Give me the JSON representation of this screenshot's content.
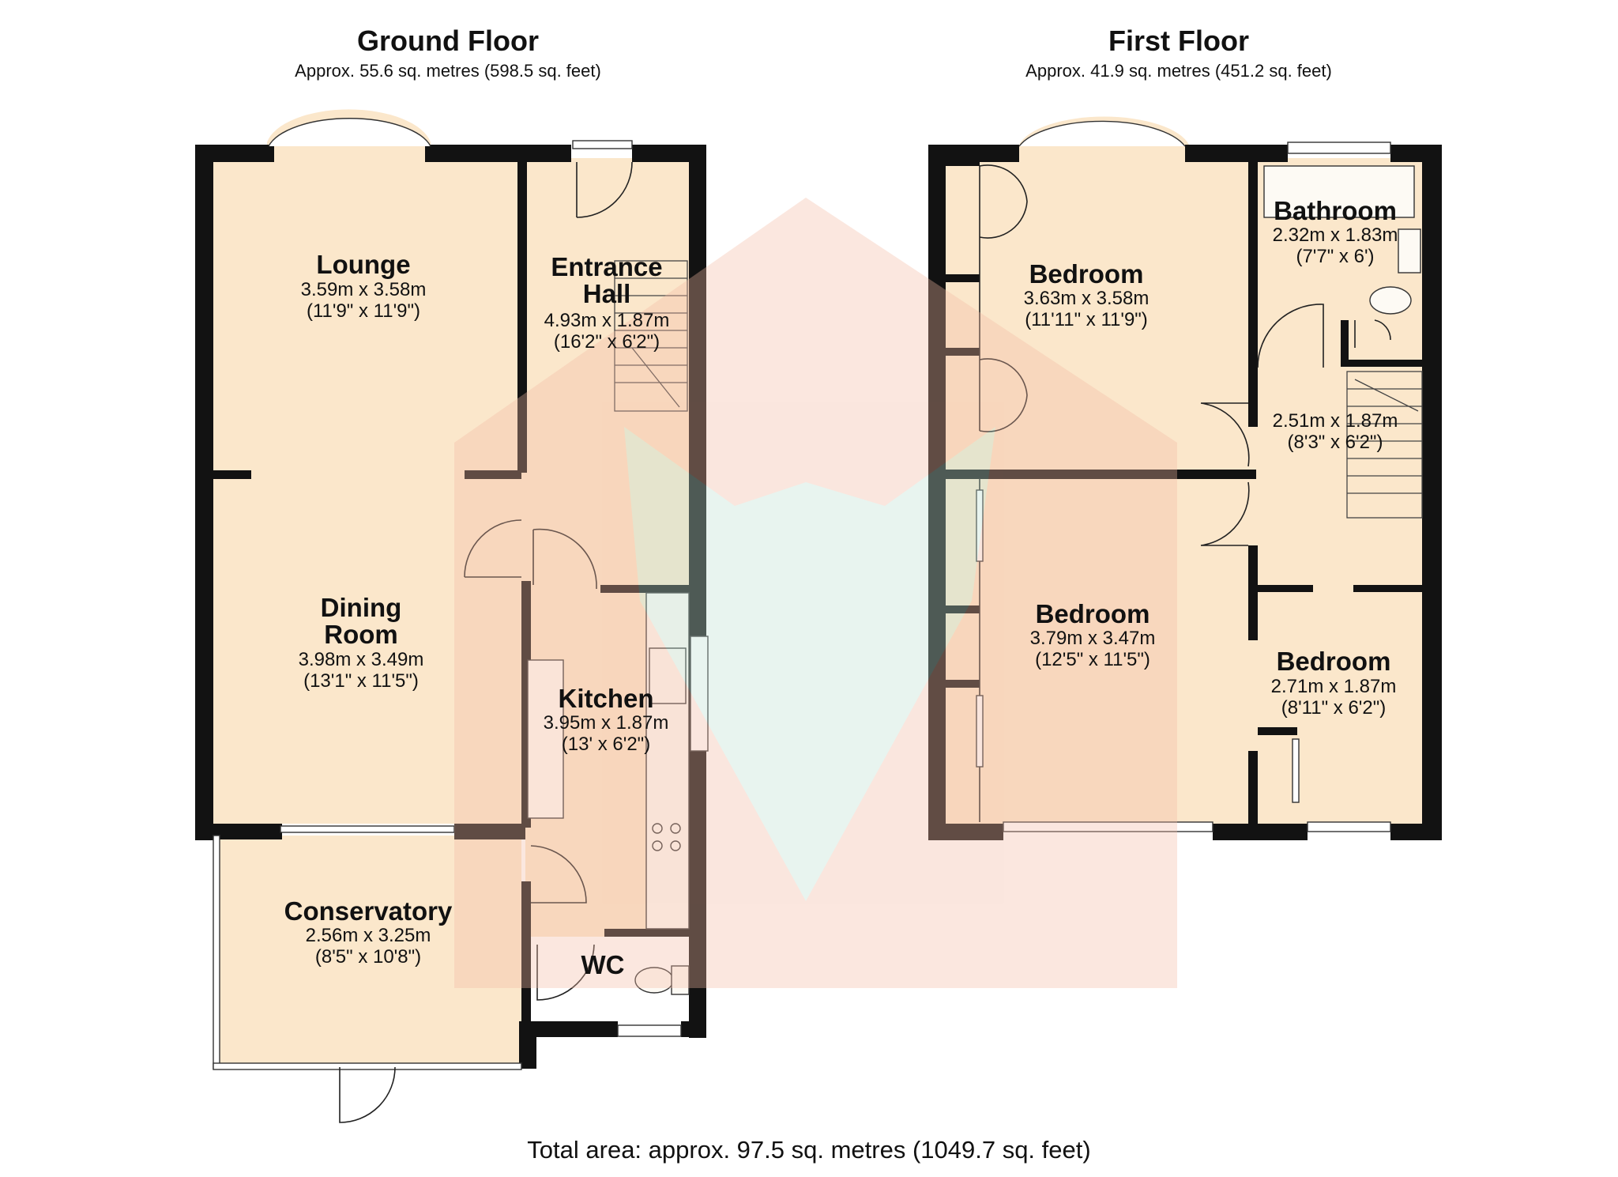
{
  "floors": {
    "ground": {
      "title": "Ground Floor",
      "area": "Approx. 55.6 sq. metres (598.5 sq. feet)"
    },
    "first": {
      "title": "First Floor",
      "area": "Approx. 41.9 sq. metres (451.2 sq. feet)"
    }
  },
  "rooms": {
    "lounge": {
      "name": "Lounge",
      "metric": "3.59m x 3.58m",
      "imperial": "(11'9\" x 11'9\")"
    },
    "entrance_hall": {
      "name_line1": "Entrance",
      "name_line2": "Hall",
      "metric": "4.93m x 1.87m",
      "imperial": "(16'2\" x 6'2\")"
    },
    "dining_room": {
      "name_line1": "Dining",
      "name_line2": "Room",
      "metric": "3.98m x 3.49m",
      "imperial": "(13'1\" x 11'5\")"
    },
    "kitchen": {
      "name": "Kitchen",
      "metric": "3.95m x 1.87m",
      "imperial": "(13' x 6'2\")"
    },
    "conservatory": {
      "name": "Conservatory",
      "metric": "2.56m x 3.25m",
      "imperial": "(8'5\" x 10'8\")"
    },
    "wc": {
      "name": "WC"
    },
    "bedroom_front": {
      "name": "Bedroom",
      "metric": "3.63m x 3.58m",
      "imperial": "(11'11\" x 11'9\")"
    },
    "bathroom": {
      "name": "Bathroom",
      "metric": "2.32m x 1.83m",
      "imperial": "(7'7\" x 6')"
    },
    "landing": {
      "metric": "2.51m x 1.87m",
      "imperial": "(8'3\" x 6'2\")"
    },
    "bedroom_rear": {
      "name": "Bedroom",
      "metric": "3.79m x 3.47m",
      "imperial": "(12'5\" x 11'5\")"
    },
    "bedroom_small": {
      "name": "Bedroom",
      "metric": "2.71m x 1.87m",
      "imperial": "(8'11\" x 6'2\")"
    }
  },
  "total_area": "Total area: approx. 97.5 sq. metres (1049.7 sq. feet)",
  "colors": {
    "floor": "#fbe7cb",
    "wall": "#121212",
    "watermark_red": "#f3b9a2",
    "watermark_green": "#bfe0d2"
  }
}
